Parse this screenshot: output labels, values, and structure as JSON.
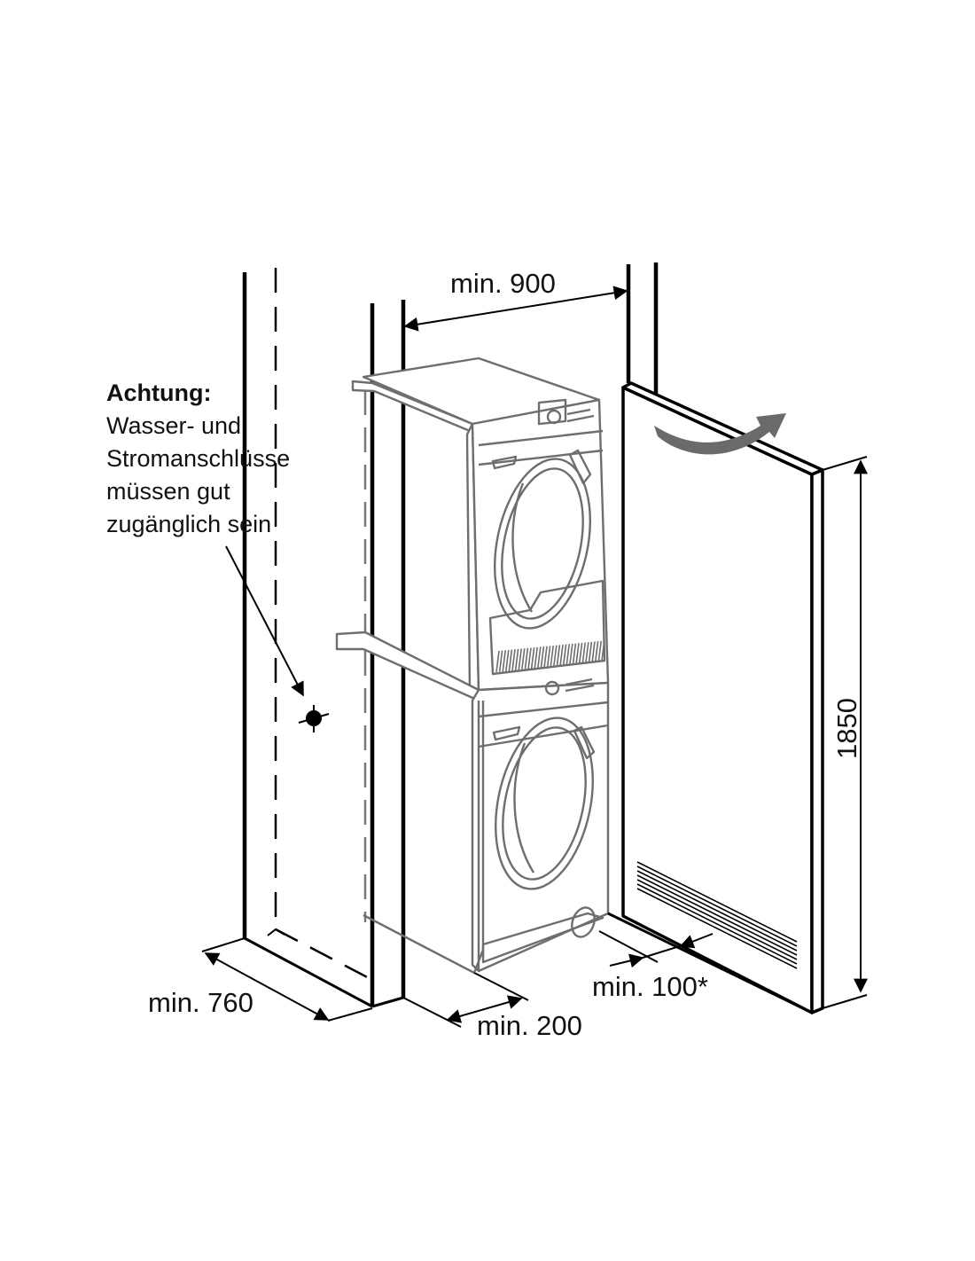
{
  "note": {
    "title": "Achtung:",
    "lines": [
      "Wasser- und",
      "Stromanschlüsse",
      "müssen gut",
      "zugänglich sein"
    ]
  },
  "dimensions": {
    "width_niche": "min. 900",
    "depth_niche": "min. 760",
    "depth_clearance": "min. 200",
    "door_gap": "min. 100*",
    "height_door": "1850"
  },
  "icons": {
    "connection_point": "connection-point-icon",
    "door_swing": "door-swing-arrow-icon"
  },
  "colors": {
    "line": "#000000",
    "appliance": "#6e6e6e",
    "arrow": "#6a6a6a",
    "background": "#ffffff"
  }
}
